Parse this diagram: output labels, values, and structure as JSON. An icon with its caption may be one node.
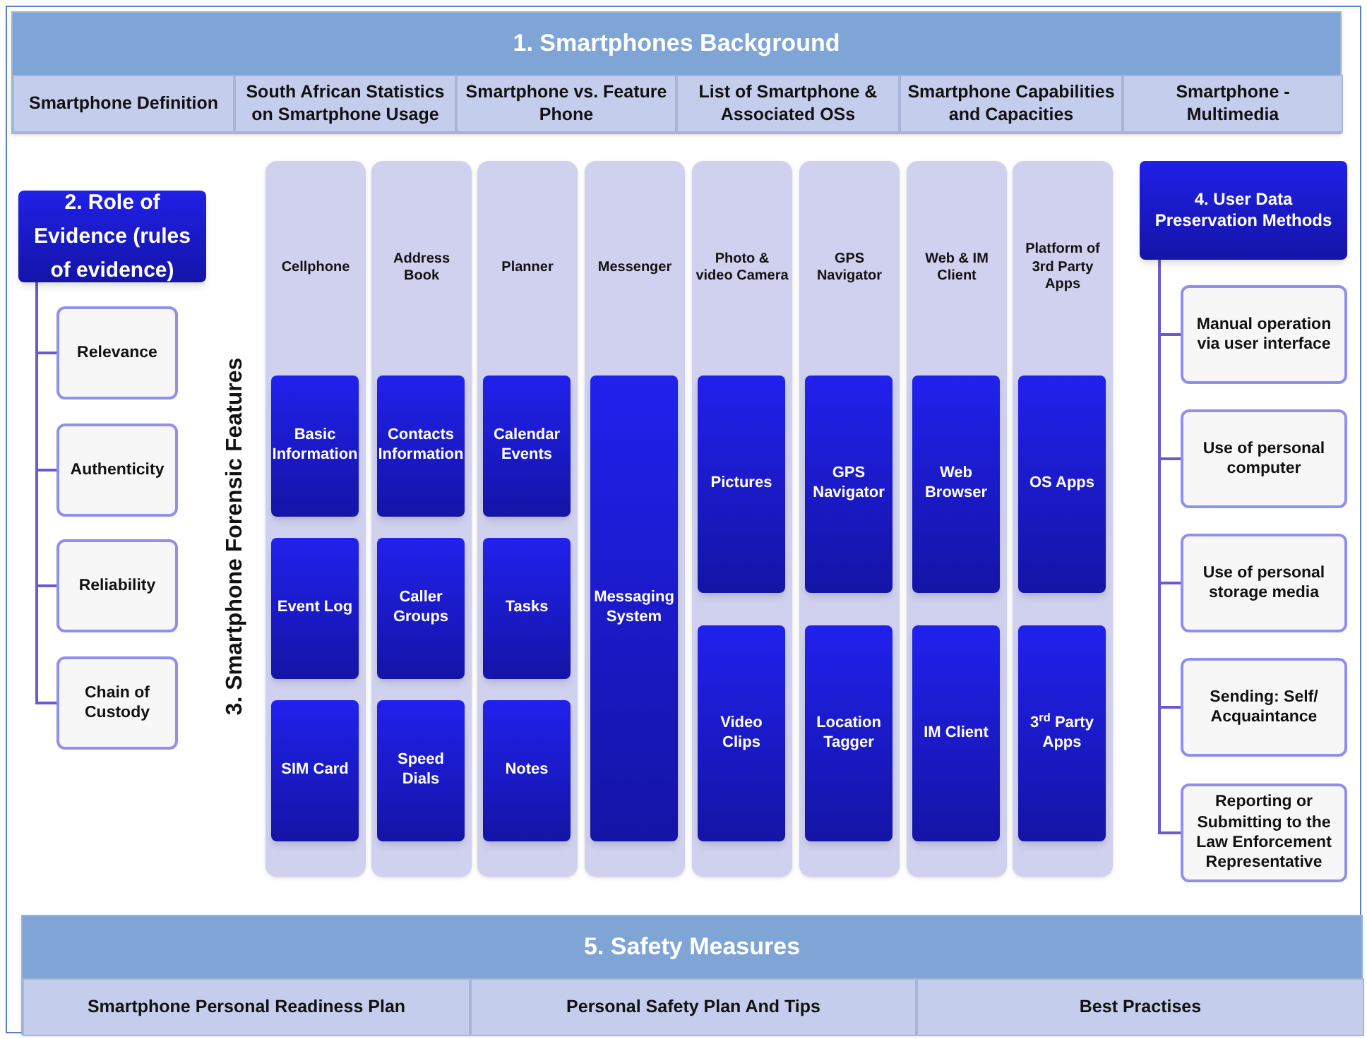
{
  "diagram": {
    "nodes": [
      {
        "text": [
          "1. Smartphones Background"
        ]
      },
      {
        "text": [
          "Smartphone Definition"
        ],
        "in": 0
      },
      {
        "text": [
          "South African Statistics on Smartphone Usage"
        ],
        "in": 0
      },
      {
        "text": [
          "Smartphone vs. Feature Phone"
        ],
        "in": 0
      },
      {
        "text": [
          "List of Smartphone & Associated OSs"
        ],
        "in": 0
      },
      {
        "text": [
          "Smartphone Capabilities and Capacities"
        ],
        "in": 0
      },
      {
        "text": [
          "Smartphone - Multimedia"
        ],
        "in": 0
      },
      {
        "text": [
          "2. Role of Evidence (rules of evidence)"
        ]
      },
      {
        "text": [
          "Relevance"
        ]
      },
      {
        "text": [
          "Authenticity"
        ]
      },
      {
        "text": [
          "Reliability"
        ]
      },
      {
        "text": [
          "Chain of Custody"
        ]
      },
      {
        "text": [
          "Cellphone"
        ]
      },
      {
        "text": [
          "Basic Information"
        ],
        "in": 12
      },
      {
        "text": [
          "Event Log"
        ],
        "in": 12
      },
      {
        "text": [
          "SIM Card"
        ],
        "in": 12
      },
      {
        "text": [
          "Address Book"
        ]
      },
      {
        "text": [
          "Contacts Information"
        ],
        "in": 16
      },
      {
        "text": [
          "Caller Groups"
        ],
        "in": 16
      },
      {
        "text": [
          "Speed Dials"
        ],
        "in": 16
      },
      {
        "text": [
          "Planner"
        ]
      },
      {
        "text": [
          "Calendar Events"
        ],
        "in": 20
      },
      {
        "text": [
          "Tasks"
        ],
        "in": 20
      },
      {
        "text": [
          "Notes"
        ],
        "in": 20
      },
      {
        "text": [
          "Messenger"
        ]
      },
      {
        "text": [
          "Messaging System"
        ],
        "in": 24
      },
      {
        "text": [
          "Photo & video Camera"
        ]
      },
      {
        "text": [
          "Pictures"
        ],
        "in": 26
      },
      {
        "text": [
          "Video Clips"
        ],
        "in": 26
      },
      {
        "text": [
          "GPS Navigator"
        ]
      },
      {
        "text": [
          "GPS Navigator"
        ],
        "in": 29
      },
      {
        "text": [
          "Location Tagger"
        ],
        "in": 29
      },
      {
        "text": [
          "Web & IM Client"
        ]
      },
      {
        "text": [
          "Web Browser"
        ],
        "in": 32
      },
      {
        "text": [
          "IM Client"
        ],
        "in": 32
      },
      {
        "text": [
          "Platform of 3rd Party Apps"
        ]
      },
      {
        "text": [
          "OS Apps"
        ],
        "in": 35
      },
      {
        "text": [
          "3$^{rd}$ Party Apps"
        ],
        "in": 35
      },
      {
        "text": [
          "4. User Data Preservation Methods"
        ]
      },
      {
        "text": [
          "Manual operation via user interface"
        ]
      },
      {
        "text": [
          "Use of personal computer"
        ]
      },
      {
        "text": [
          "Use of personal storage media"
        ]
      },
      {
        "text": [
          "Sending: Self/ Acquaintance"
        ]
      },
      {
        "text": [
          "Reporting or Submitting to the Law Enforcement Representative"
        ]
      },
      {
        "text": [
          "5. Safety Measures"
        ]
      },
      {
        "text": [
          "Smartphone Personal Readiness Plan"
        ],
        "in": 44
      },
      {
        "text": [
          "Personal Safety Plan And Tips"
        ],
        "in": 44
      },
      {
        "text": [
          "Best Practises"
        ],
        "in": 44
      }
    ],
    "edges": [
      {
        "from": 7,
        "to": 8,
        "arrow": "none"
      },
      {
        "from": 7,
        "to": 9,
        "arrow": "none"
      },
      {
        "from": 7,
        "to": 10,
        "arrow": "none"
      },
      {
        "from": 7,
        "to": 11,
        "arrow": "none"
      },
      {
        "from": 38,
        "to": 39,
        "arrow": "none"
      },
      {
        "from": 38,
        "to": 40,
        "arrow": "none"
      },
      {
        "from": 38,
        "to": 41,
        "arrow": "none"
      },
      {
        "from": 38,
        "to": 42,
        "arrow": "none"
      },
      {
        "from": 38,
        "to": 43,
        "arrow": "none"
      }
    ],
    "labels": [
      "3. Smartphone Forensic Features"
    ]
  }
}
